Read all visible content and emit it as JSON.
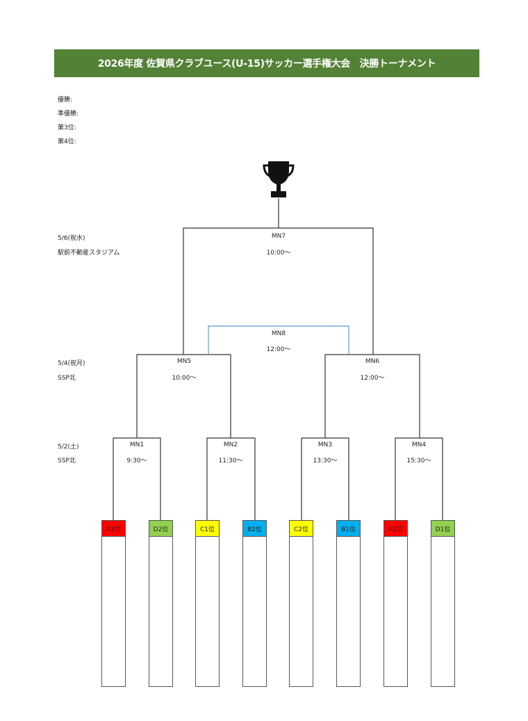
{
  "title": "2026年度 佐賀県クラブユース(U-15)サッカー選手権大会　決勝トーナメント",
  "results": [
    "優勝:",
    "準優勝:",
    "第3位:",
    "第4位:"
  ],
  "rounds": [
    {
      "date": "5/6(祝水)",
      "venue": "駅前不動産スタジアム"
    },
    {
      "date": "5/4(祝月)",
      "venue": "SSP北"
    },
    {
      "date": "5/2(土)",
      "venue": "SSP北"
    }
  ],
  "matches": {
    "MN7": {
      "label": "MN7",
      "time": "10:00〜"
    },
    "MN8": {
      "label": "MN8",
      "time": "12:00〜"
    },
    "MN5": {
      "label": "MN5",
      "time": "10:00〜"
    },
    "MN6": {
      "label": "MN6",
      "time": "12:00〜"
    },
    "MN1": {
      "label": "MN1",
      "time": "9:30〜"
    },
    "MN2": {
      "label": "MN2",
      "time": "11:30〜"
    },
    "MN3": {
      "label": "MN3",
      "time": "13:30〜"
    },
    "MN4": {
      "label": "MN4",
      "time": "15:30〜"
    }
  },
  "teams": [
    {
      "label": "A1位",
      "color": "#ff0000"
    },
    {
      "label": "D2位",
      "color": "#92d050"
    },
    {
      "label": "C1位",
      "color": "#ffff00"
    },
    {
      "label": "B2位",
      "color": "#00b0f0"
    },
    {
      "label": "C2位",
      "color": "#ffff00"
    },
    {
      "label": "B1位",
      "color": "#00b0f0"
    },
    {
      "label": "A2位",
      "color": "#ff0000"
    },
    {
      "label": "D1位",
      "color": "#92d050"
    }
  ],
  "colors": {
    "header": "#538135",
    "third_place_line": "#5b9bd5"
  }
}
